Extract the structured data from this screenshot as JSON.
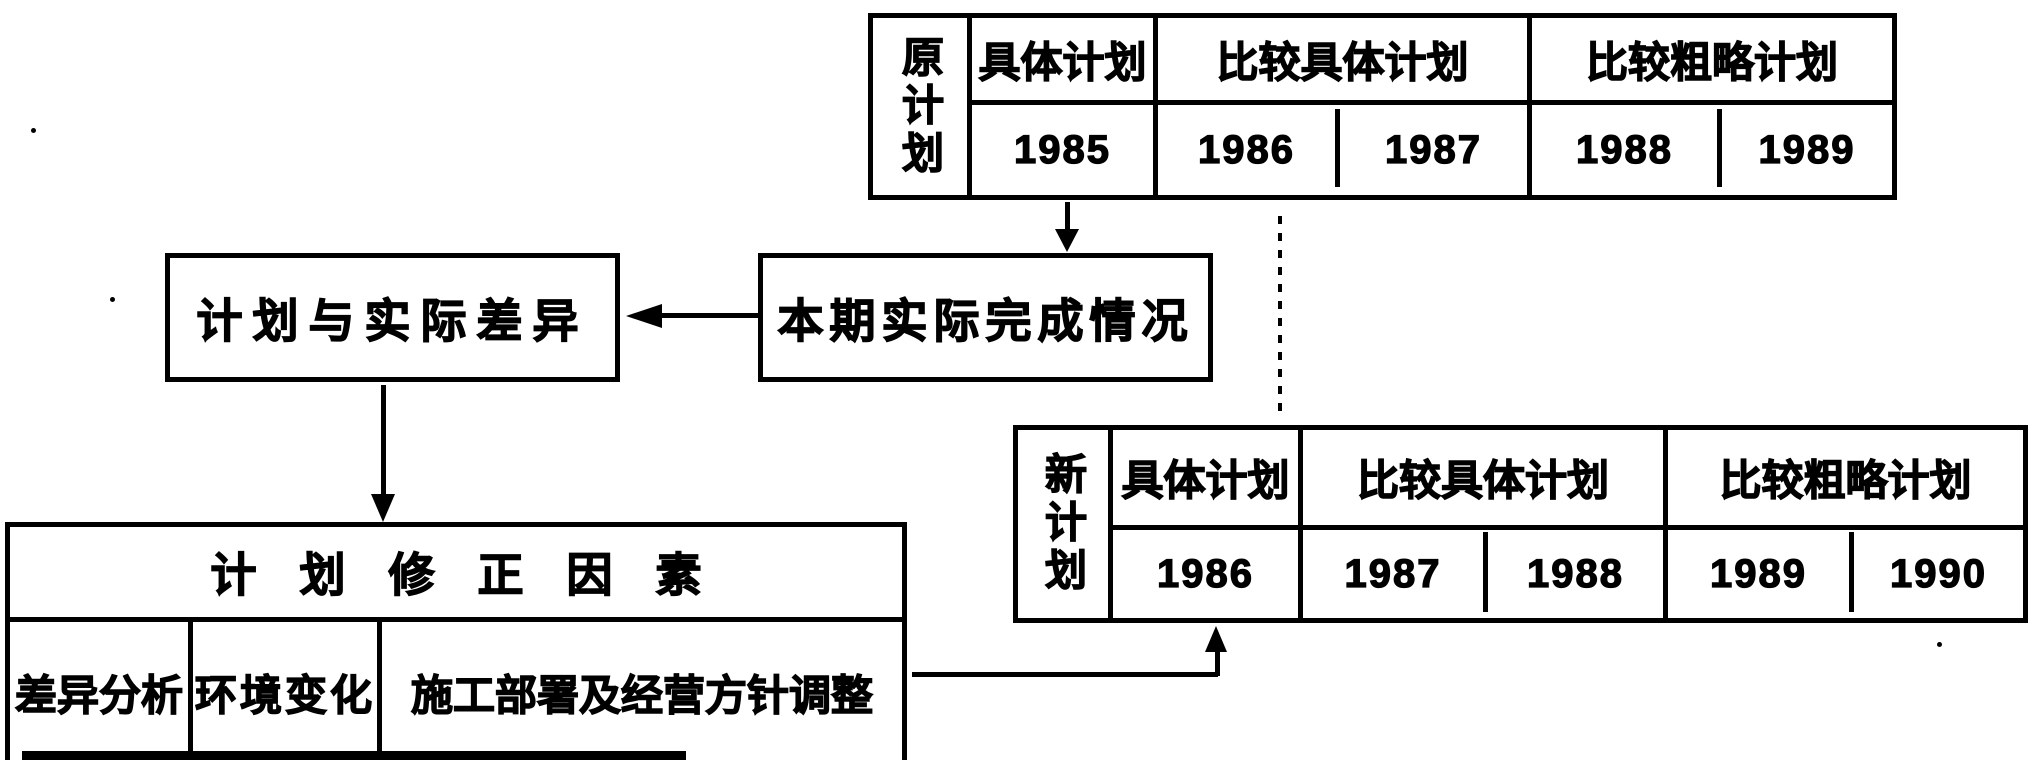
{
  "original_plan_table": {
    "row_label": "原计划",
    "columns": [
      {
        "header": "具体计划",
        "years": [
          "1985"
        ]
      },
      {
        "header": "比较具体计划",
        "years": [
          "1986",
          "1987"
        ]
      },
      {
        "header": "比较粗略计划",
        "years": [
          "1988",
          "1989"
        ]
      }
    ]
  },
  "new_plan_table": {
    "row_label": "新计划",
    "columns": [
      {
        "header": "具体计划",
        "years": [
          "1986"
        ]
      },
      {
        "header": "比较具体计划",
        "years": [
          "1987",
          "1988"
        ]
      },
      {
        "header": "比较粗略计划",
        "years": [
          "1989",
          "1990"
        ]
      }
    ]
  },
  "flow_boxes": {
    "plan_vs_actual": "计划与实际差异",
    "actual_completion": "本期实际完成情况"
  },
  "revision_box": {
    "title": "计划修正因素",
    "cells": [
      "差异分析",
      "环境变化",
      "施工部署及经营方针调整"
    ]
  },
  "colors": {
    "ink": "#000000",
    "paper": "#ffffff"
  }
}
